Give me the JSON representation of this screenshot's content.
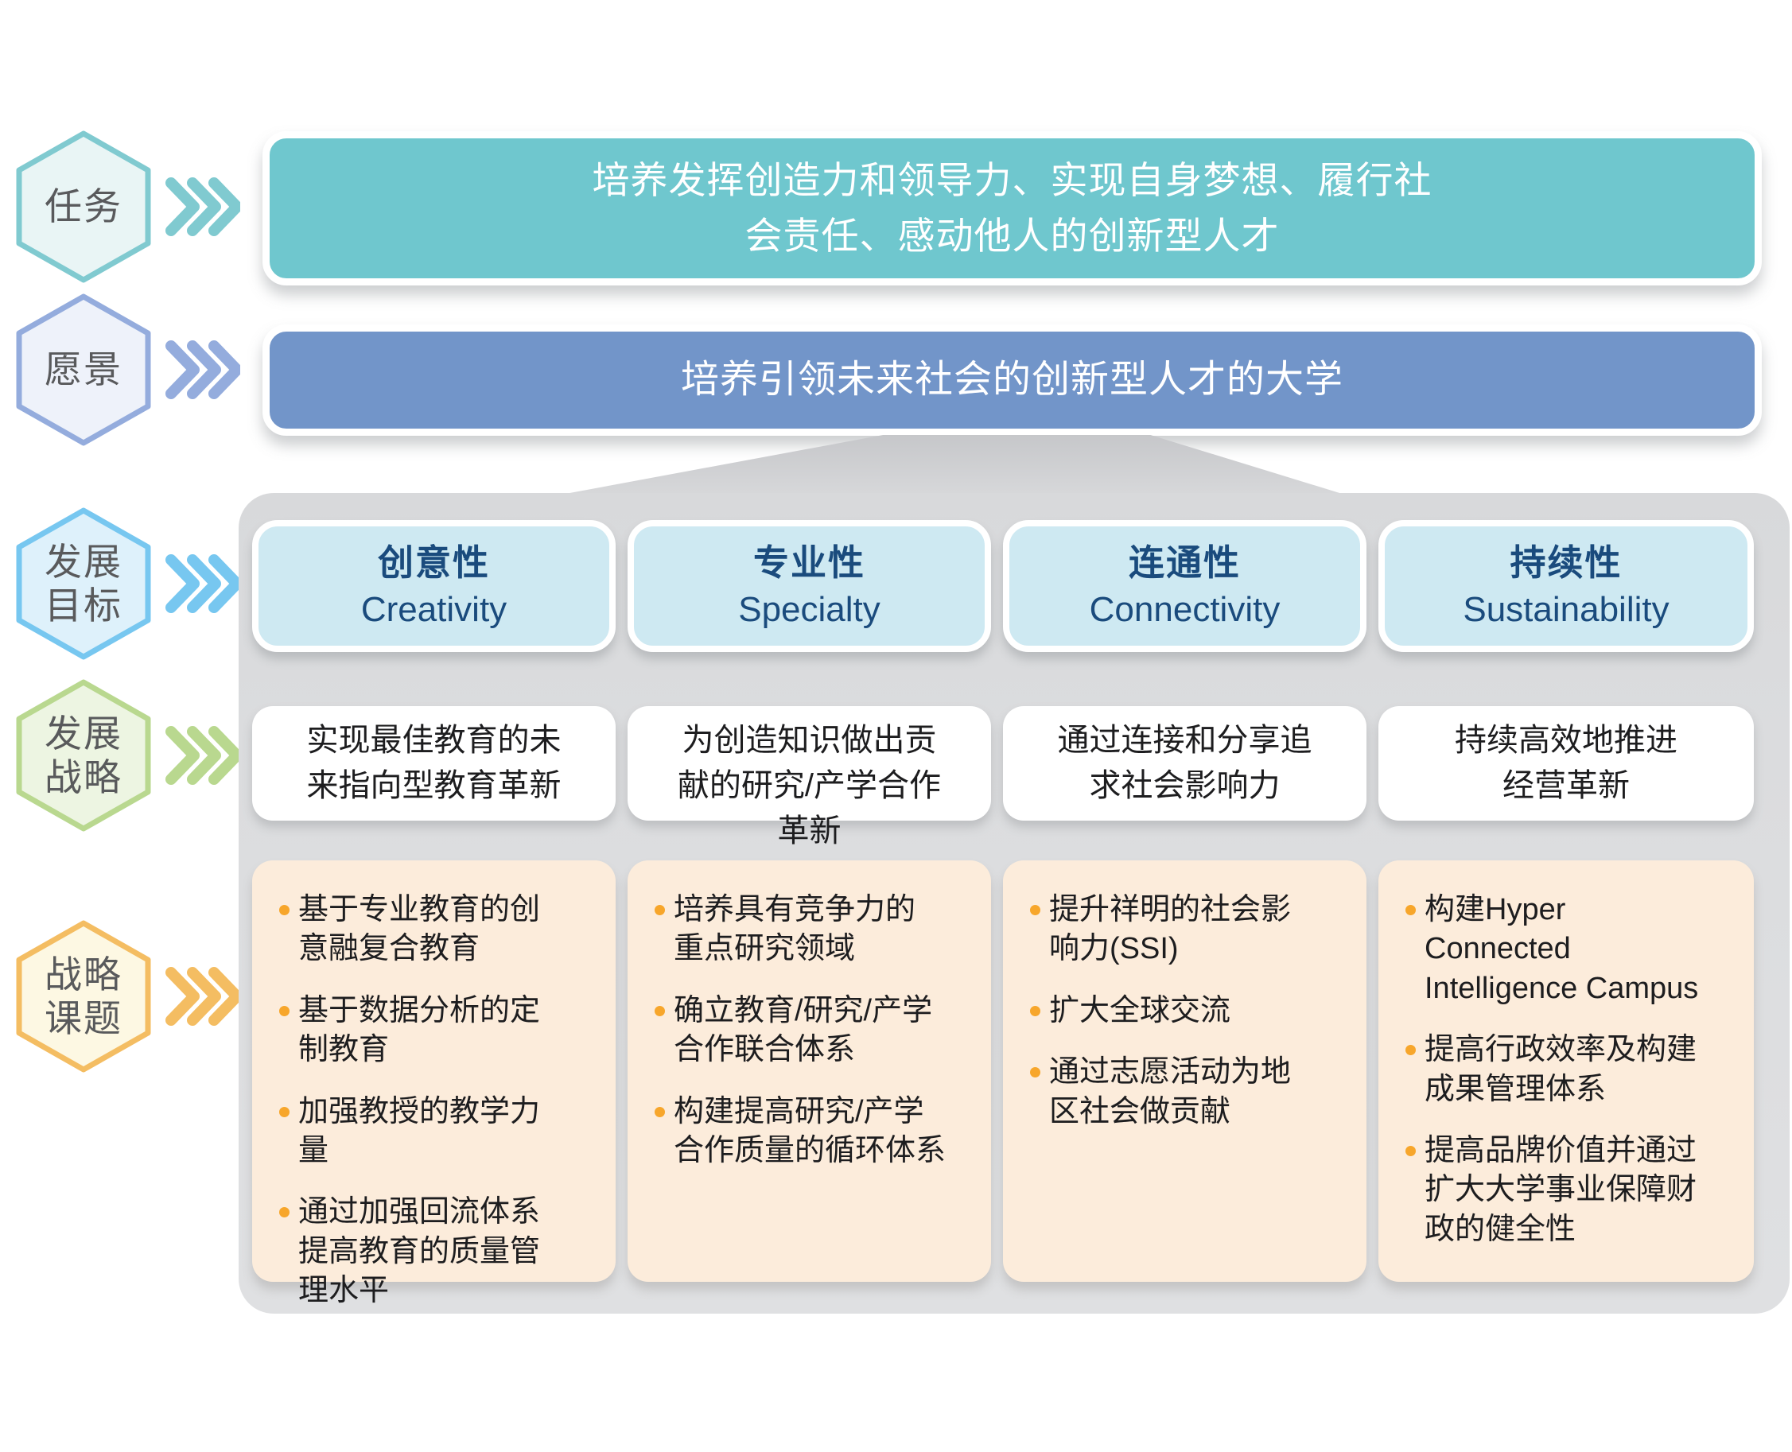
{
  "rows": [
    {
      "label": "任务"
    },
    {
      "label": "愿景"
    },
    {
      "label": "发展\n目标"
    },
    {
      "label": "发展\n战略"
    },
    {
      "label": "战略\n课题"
    }
  ],
  "mission": {
    "text": "培养发挥创造力和领导力、实现自身梦想、履行社\n会责任、感动他人的创新型人才"
  },
  "vision": {
    "text": "培养引领未来社会的创新型人才的大学"
  },
  "columns": [
    {
      "goal_zh": "创意性",
      "goal_en": "Creativity",
      "strategy": "实现最佳教育的未\n来指向型教育革新",
      "topics": [
        "基于专业教育的创\n意融复合教育",
        "基于数据分析的定\n制教育",
        "加强教授的教学力\n量",
        "通过加强回流体系\n提高教育的质量管\n理水平"
      ]
    },
    {
      "goal_zh": "专业性",
      "goal_en": "Specialty",
      "strategy": "为创造知识做出贡\n献的研究/产学合作\n革新",
      "topics": [
        "培养具有竞争力的\n重点研究领域",
        "确立教育/研究/产学\n合作联合体系",
        "构建提高研究/产学\n合作质量的循环体系"
      ]
    },
    {
      "goal_zh": "连通性",
      "goal_en": "Connectivity",
      "strategy": "通过连接和分享追\n求社会影响力",
      "topics": [
        "提升祥明的社会影\n响力(SSI)",
        "扩大全球交流",
        "通过志愿活动为地\n区社会做贡献"
      ]
    },
    {
      "goal_zh": "持续性",
      "goal_en": "Sustainability",
      "strategy": "持续高效地推进\n经营革新",
      "topics": [
        "构建Hyper\nConnected\nIntelligence Campus",
        "提高行政效率及构建\n成果管理体系",
        "提高品牌价值并通过\n扩大大学事业保障财\n政的健全性"
      ]
    }
  ],
  "colors": {
    "mission_box": "#6fc7ce",
    "vision_box": "#7295c9",
    "goal_header_bg": "#cee9f2",
    "goal_header_text": "#1a4b7d",
    "panel_bg": "#dbdcde",
    "topic_box_bg": "#fcecdb",
    "bullet": "#f7a62b",
    "hex_mission_border": "#80cad0",
    "hex_mission_fill": "#e9f5f5",
    "hex_vision_border": "#94acdd",
    "hex_vision_fill": "#eef2fa",
    "hex_goals_border": "#77c7f0",
    "hex_goals_fill": "#def1fb",
    "hex_strategy_border": "#b9d88f",
    "hex_strategy_fill": "#edf5e2",
    "hex_topics_border": "#f4bd62",
    "hex_topics_fill": "#fdf8e3",
    "hex_label_text": "#595a5c",
    "body_text": "#1d1d1f"
  }
}
